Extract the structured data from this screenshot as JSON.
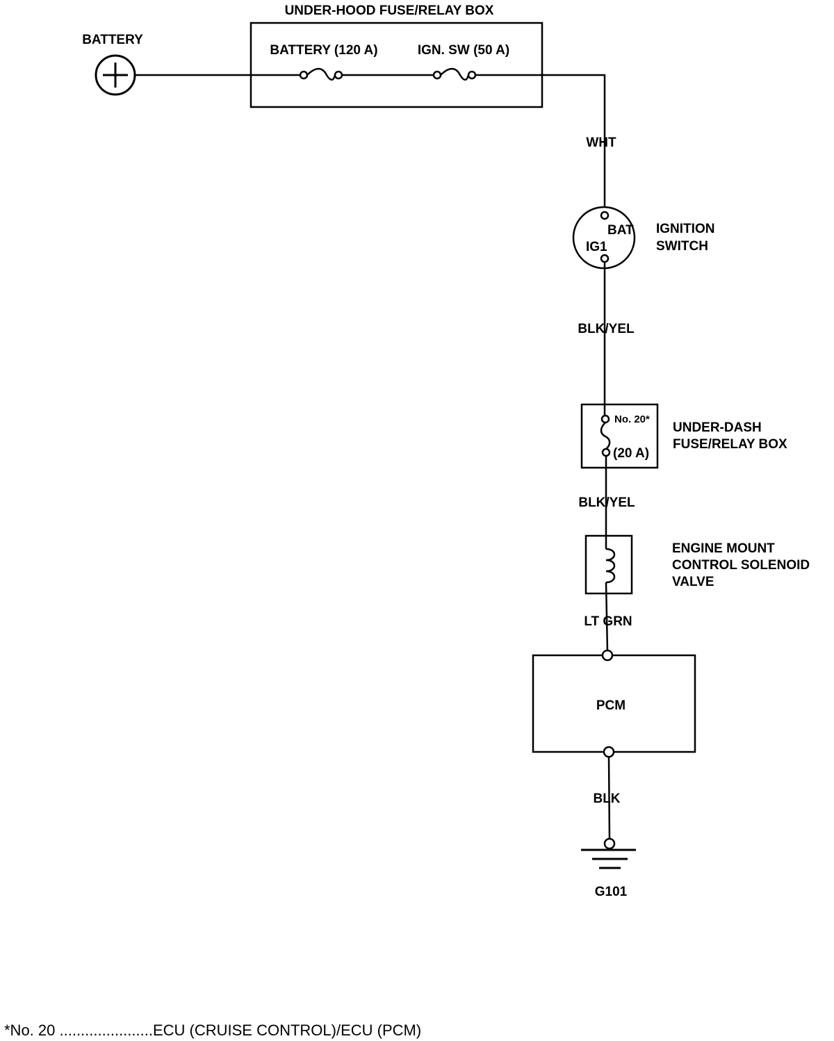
{
  "battery": {
    "label": "BATTERY"
  },
  "under_hood_box": {
    "title": "UNDER-HOOD FUSE/RELAY BOX",
    "fuse_battery": "BATTERY (120 A)",
    "fuse_ign_sw": "IGN. SW (50 A)"
  },
  "wires": {
    "wht": "WHT",
    "blk_yel_1": "BLK/YEL",
    "blk_yel_2": "BLK/YEL",
    "lt_grn": "LT GRN",
    "blk": "BLK"
  },
  "ignition_switch": {
    "bat": "BAT",
    "ig1": "IG1",
    "label_line1": "IGNITION",
    "label_line2": "SWITCH"
  },
  "under_dash_box": {
    "fuse_no": "No. 20*",
    "fuse_rating": "(20 A)",
    "label_line1": "UNDER-DASH",
    "label_line2": "FUSE/RELAY BOX"
  },
  "solenoid": {
    "label_line1": "ENGINE MOUNT",
    "label_line2": "CONTROL SOLENOID",
    "label_line3": "VALVE"
  },
  "pcm": {
    "label": "PCM"
  },
  "ground": {
    "label": "G101"
  },
  "footnote": "*No. 20 ......................ECU (CRUISE CONTROL)/ECU (PCM)"
}
